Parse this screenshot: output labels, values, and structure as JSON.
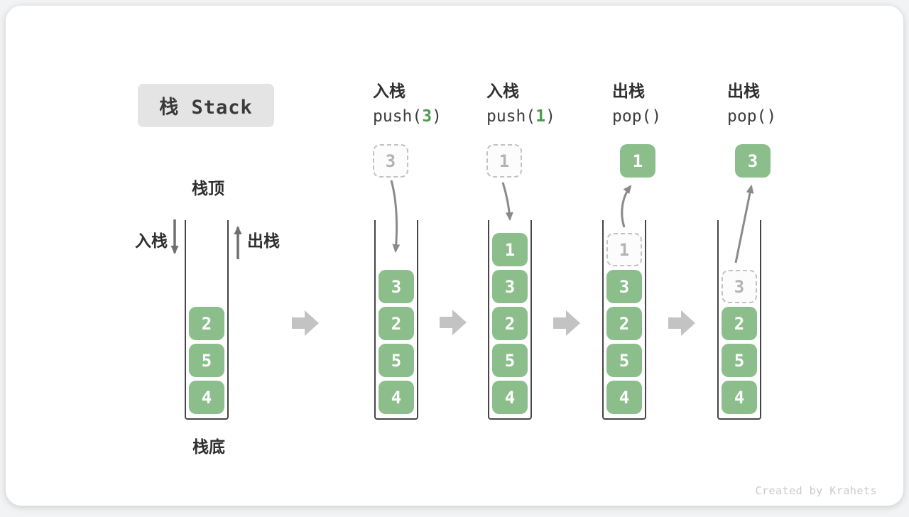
{
  "title": "栈 Stack",
  "watermark": "Created by Krahets",
  "colors": {
    "element_green": "#8cbe8c",
    "accent_green": "#4c9b4c",
    "flow_arrow_gray": "#c3c3c3",
    "curve_arrow_gray": "#8a8a8a",
    "straight_arrow_gray": "#6f6f6f"
  },
  "initial_stack": {
    "top_label": "栈顶",
    "bottom_label": "栈底",
    "push_label": "入栈",
    "pop_label": "出栈",
    "elements": [
      {
        "value": "2",
        "variant": "solid"
      },
      {
        "value": "5",
        "variant": "solid"
      },
      {
        "value": "4",
        "variant": "solid"
      }
    ]
  },
  "operations": [
    {
      "type": "push",
      "label": "入栈",
      "code": [
        {
          "text": "push(",
          "accent": false
        },
        {
          "text": "3",
          "accent": true
        },
        {
          "text": ")",
          "accent": false
        }
      ],
      "floating": {
        "value": "3",
        "variant": "ghost"
      },
      "elements": [
        {
          "value": "3",
          "variant": "solid"
        },
        {
          "value": "2",
          "variant": "solid"
        },
        {
          "value": "5",
          "variant": "solid"
        },
        {
          "value": "4",
          "variant": "solid"
        }
      ]
    },
    {
      "type": "push",
      "label": "入栈",
      "code": [
        {
          "text": "push(",
          "accent": false
        },
        {
          "text": "1",
          "accent": true
        },
        {
          "text": ")",
          "accent": false
        }
      ],
      "floating": {
        "value": "1",
        "variant": "ghost"
      },
      "elements": [
        {
          "value": "1",
          "variant": "solid"
        },
        {
          "value": "3",
          "variant": "solid"
        },
        {
          "value": "2",
          "variant": "solid"
        },
        {
          "value": "5",
          "variant": "solid"
        },
        {
          "value": "4",
          "variant": "solid"
        }
      ]
    },
    {
      "type": "pop",
      "label": "出栈",
      "code": [
        {
          "text": "pop()",
          "accent": false
        }
      ],
      "floating": {
        "value": "1",
        "variant": "solid"
      },
      "elements": [
        {
          "value": "1",
          "variant": "ghost"
        },
        {
          "value": "3",
          "variant": "solid"
        },
        {
          "value": "2",
          "variant": "solid"
        },
        {
          "value": "5",
          "variant": "solid"
        },
        {
          "value": "4",
          "variant": "solid"
        }
      ]
    },
    {
      "type": "pop",
      "label": "出栈",
      "code": [
        {
          "text": "pop()",
          "accent": false
        }
      ],
      "floating": {
        "value": "3",
        "variant": "solid"
      },
      "elements": [
        {
          "value": "3",
          "variant": "ghost"
        },
        {
          "value": "2",
          "variant": "solid"
        },
        {
          "value": "5",
          "variant": "solid"
        },
        {
          "value": "4",
          "variant": "solid"
        }
      ]
    }
  ]
}
